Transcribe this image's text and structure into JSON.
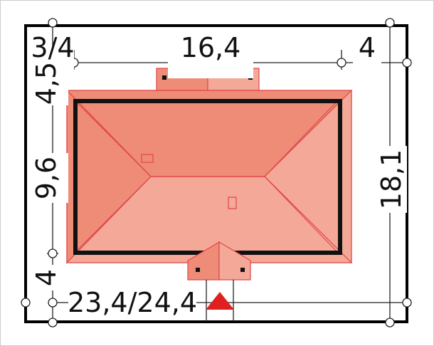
{
  "dimensions": {
    "top_left": "3/4",
    "top_middle": "16,4",
    "top_right": "4",
    "left_top": "4,5",
    "left_middle": "9,6",
    "left_bottom": "4",
    "right_total": "18,1",
    "bottom_total": "23,4/24,4"
  },
  "colors": {
    "roof_light": "#f4a898",
    "roof_dark": "#ee8c78",
    "roof_edge": "#e04848",
    "wall": "#111111",
    "plot_border": "#000000",
    "entrance_marker": "#e02020"
  },
  "icons": {
    "entrance": "triangle-up-icon"
  }
}
